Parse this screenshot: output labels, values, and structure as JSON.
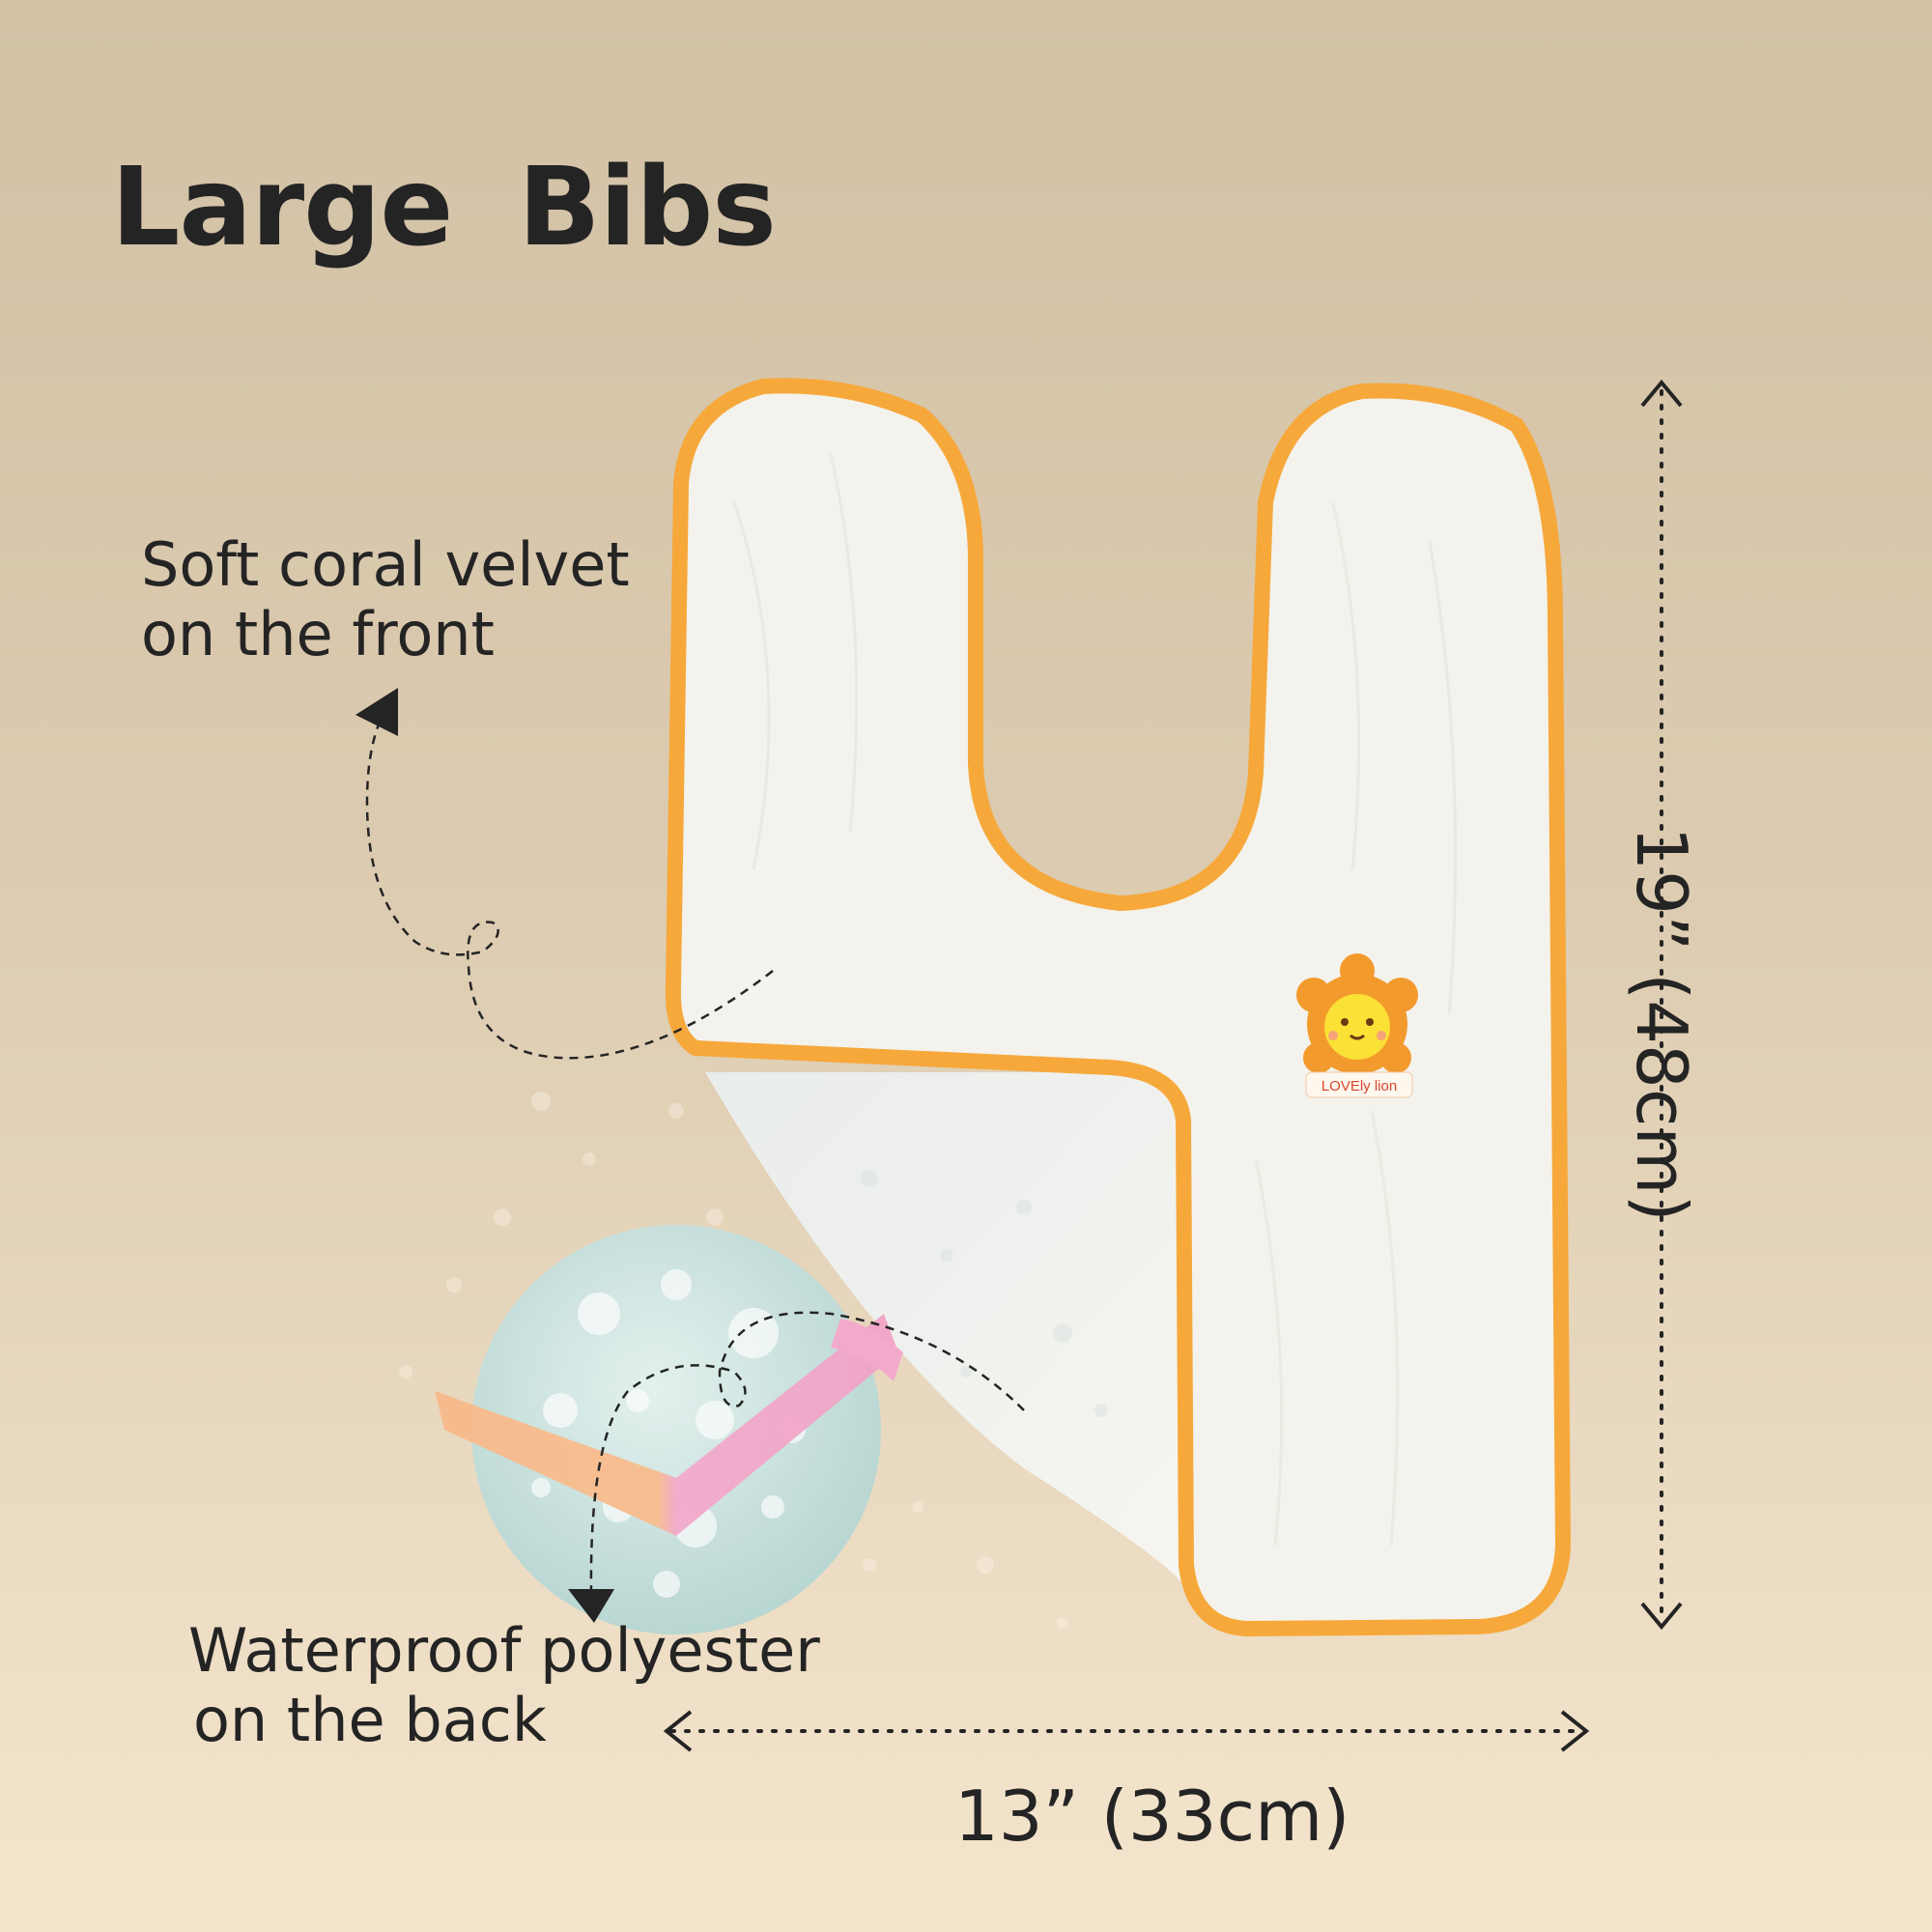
{
  "title": "Large  Bibs",
  "callouts": {
    "front_line1": "Soft coral velvet",
    "front_line2": "on the front",
    "back_line1": "Waterproof polyester",
    "back_line2": "on the back"
  },
  "dimensions": {
    "width": "13” (33cm)",
    "height": "19” (48cm)"
  },
  "badge": {
    "brand": "LOVEly lion",
    "icon": "lion-face-icon"
  },
  "colors": {
    "background_top": "#d3c2a6",
    "background_bottom": "#f3e4cc",
    "bib_fabric": "#f3f2ec",
    "bib_trim": "#f6a83b",
    "band_orange": "#f7b98a",
    "band_pink": "#f2aacb",
    "text": "#242424"
  }
}
